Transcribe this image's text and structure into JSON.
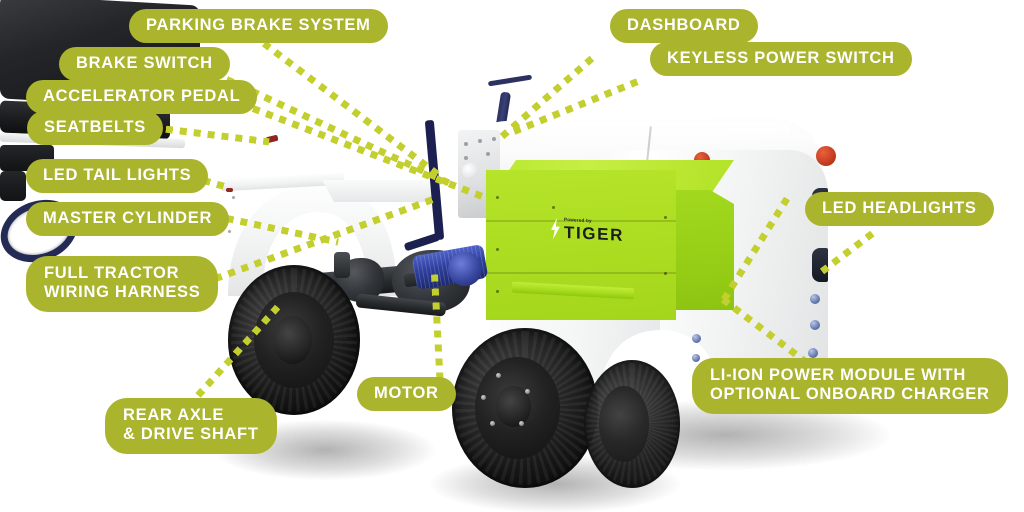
{
  "page": {
    "title": "Tiger Electric Tow Tractor Feature Callouts",
    "background_color": "#ffffff",
    "pill_color": "#aab42c",
    "pill_text_color": "#ffffff",
    "leader_dot_color": "#c3cf2e",
    "battery_green": "#b5e42a",
    "body_white": "#f4f5f5"
  },
  "brand": {
    "bolt_icon": "lightning-bolt-icon",
    "sub_text": "Powered by",
    "name": "TIGER"
  },
  "callouts": [
    {
      "id": "parking-brake-system",
      "label": "PARKING BRAKE SYSTEM",
      "lines": [
        "PARKING BRAKE SYSTEM"
      ]
    },
    {
      "id": "brake-switch",
      "label": "BRAKE SWITCH",
      "lines": [
        "BRAKE SWITCH"
      ]
    },
    {
      "id": "accelerator-pedal",
      "label": "ACCELERATOR PEDAL",
      "lines": [
        "ACCELERATOR PEDAL"
      ]
    },
    {
      "id": "seatbelts",
      "label": "SEATBELTS",
      "lines": [
        "SEATBELTS"
      ]
    },
    {
      "id": "led-tail-lights",
      "label": "LED TAIL LIGHTS",
      "lines": [
        "LED TAIL LIGHTS"
      ]
    },
    {
      "id": "master-cylinder",
      "label": "MASTER CYLINDER",
      "lines": [
        "MASTER CYLINDER"
      ]
    },
    {
      "id": "full-tractor-wiring-harness",
      "label": "FULL TRACTOR\nWIRING HARNESS",
      "lines": [
        "FULL TRACTOR",
        "WIRING HARNESS"
      ]
    },
    {
      "id": "rear-axle-drive-shaft",
      "label": "REAR AXLE\n& DRIVE SHAFT",
      "lines": [
        "REAR AXLE",
        "& DRIVE SHAFT"
      ]
    },
    {
      "id": "motor",
      "label": "MOTOR",
      "lines": [
        "MOTOR"
      ]
    },
    {
      "id": "dashboard",
      "label": "DASHBOARD",
      "lines": [
        "DASHBOARD"
      ]
    },
    {
      "id": "keyless-power-switch",
      "label": "KEYLESS POWER SWITCH",
      "lines": [
        "KEYLESS POWER SWITCH"
      ]
    },
    {
      "id": "led-headlights",
      "label": "LED HEADLIGHTS",
      "lines": [
        "LED HEADLIGHTS"
      ]
    },
    {
      "id": "li-ion-power-module",
      "label": "LI-ION POWER MODULE WITH\nOPTIONAL ONBOARD CHARGER",
      "lines": [
        "LI-ION POWER MODULE WITH",
        "OPTIONAL ONBOARD CHARGER"
      ]
    }
  ]
}
